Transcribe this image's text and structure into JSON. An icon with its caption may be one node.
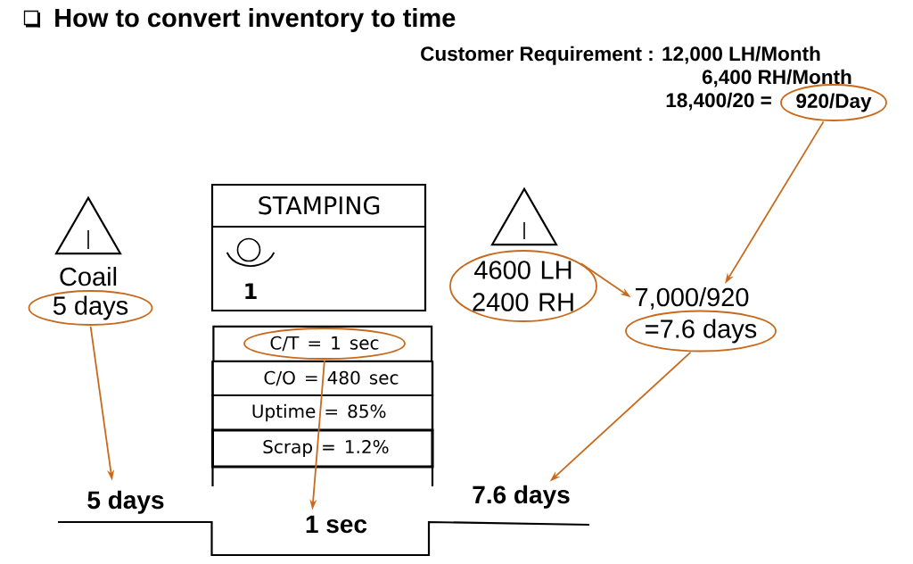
{
  "diagram": {
    "title": "How to convert inventory to time",
    "nodes": [
      {
        "text": [
          "920/Day"
        ],
        "beside": [
          "18,400/20 ="
        ]
      },
      {
        "text": [],
        "shape": "triangle",
        "beside": [
          "Coail"
        ]
      },
      {
        "text": [
          "5 days"
        ]
      },
      {
        "text": [
          "STAMPING",
          "1"
        ]
      },
      {
        "text": [
          "C/O = 480 sec",
          "Uptime = 85%",
          "Scrap = 1.2%"
        ]
      },
      {
        "text": [
          "C/T = 1 sec"
        ],
        "in": 4
      },
      {
        "text": [],
        "shape": "triangle"
      },
      {
        "text": [
          "4600 LH 2400 RH"
        ]
      },
      {
        "text": [
          "7,000/920"
        ]
      },
      {
        "text": [
          "=7.6 days"
        ]
      },
      {
        "text": [
          "5 days"
        ]
      },
      {
        "text": [
          "1 sec"
        ]
      },
      {
        "text": [
          "7.6 days"
        ]
      }
    ],
    "edges": [
      {
        "from": 0,
        "to": 8,
        "arrow": "to"
      },
      {
        "from": 7,
        "to": 8,
        "arrow": "to"
      },
      {
        "from": 2,
        "to": 10,
        "arrow": "to"
      },
      {
        "from": 5,
        "to": 11,
        "arrow": "to"
      },
      {
        "from": 9,
        "to": 12,
        "arrow": "to"
      }
    ],
    "labels": [
      "Customer Requirement : 12,000 LH/Month",
      "6,400 RH/Month"
    ]
  }
}
